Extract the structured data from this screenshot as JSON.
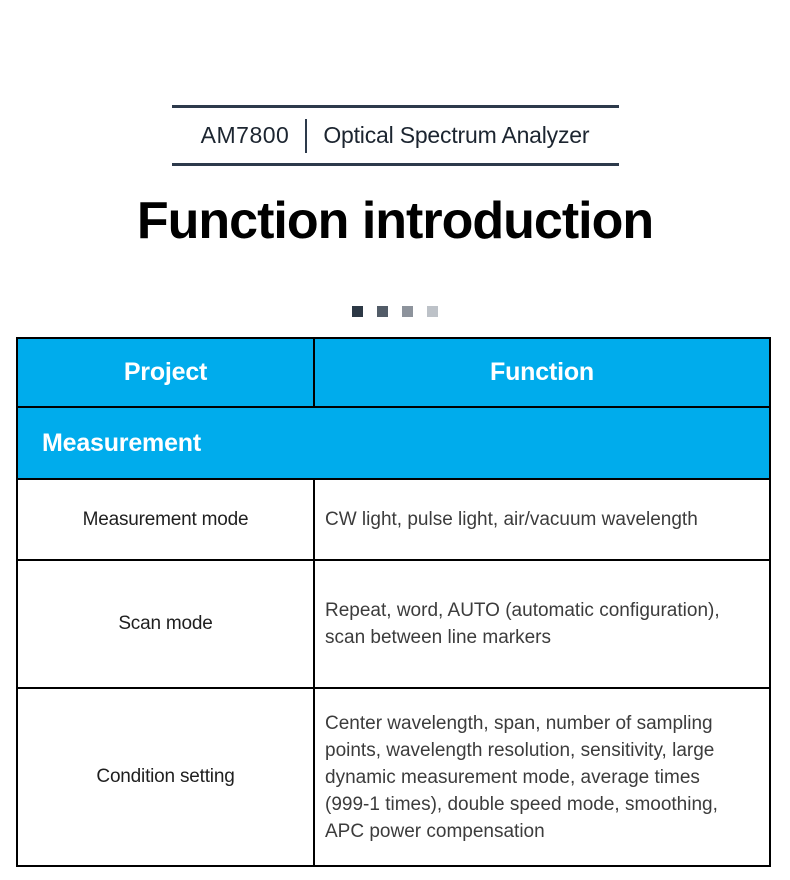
{
  "brand": {
    "model": "AM7800",
    "product": "Optical Spectrum Analyzer"
  },
  "page": {
    "title": "Function introduction"
  },
  "table": {
    "columns": [
      "Project",
      "Function"
    ],
    "section": "Measurement",
    "rows": [
      {
        "project": "Measurement mode",
        "function": "CW light, pulse light, air/vacuum wavelength"
      },
      {
        "project": "Scan mode",
        "function": "Repeat, word, AUTO (automatic configuration), scan between line markers"
      },
      {
        "project": "Condition setting",
        "function": "Center wavelength, span, number of sampling points, wavelength resolution, sensitivity, large dynamic measurement mode, average times (999-1 times), double speed mode, smoothing, APC power compensation"
      }
    ]
  },
  "colors": {
    "accent_blue": "#00acec",
    "rule_dark": "#2d3a4b",
    "border_black": "#000000",
    "squares": [
      "#2c3845",
      "#525c68",
      "#8d939c",
      "#bdc2c8"
    ]
  }
}
